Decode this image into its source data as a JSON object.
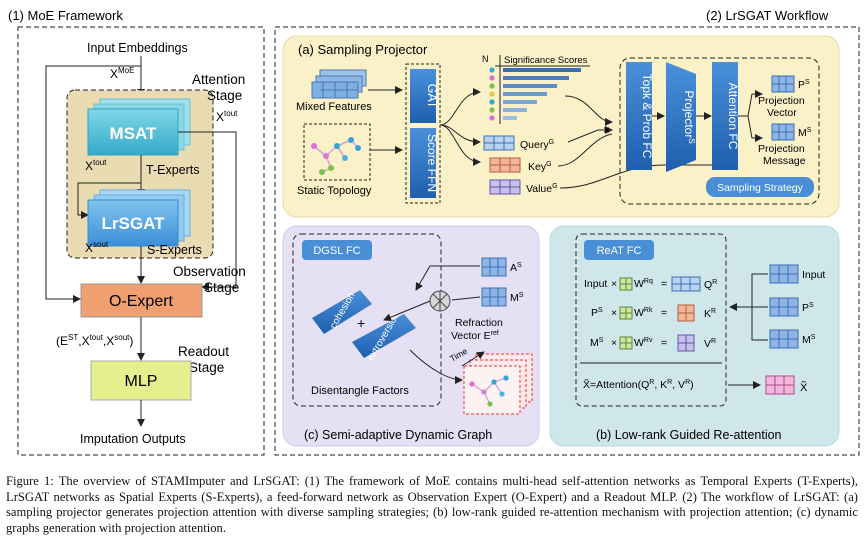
{
  "moe": {
    "title": "(1)  MoE Framework",
    "input_embeddings": "Input Embeddings",
    "x_moe": "X",
    "x_moe_sup": "MoE",
    "attention_stage": [
      "Attention",
      "Stage"
    ],
    "msat": "MSAT",
    "x_tout": "X",
    "x_tout_sup": "tout",
    "t_experts": "T-Experts",
    "lrsgat": "LrSGAT",
    "x_sout": "X",
    "x_sout_sup": "sout",
    "s_experts": "S-Experts",
    "observation_stage": [
      "Observation",
      "Stage"
    ],
    "o_expert": "O-Expert",
    "est_label": "(E",
    "est_sup": "ST",
    "est_rest1": ",X",
    "est_sup2": "tout",
    "est_rest2": ",X",
    "est_sup3": "sout",
    "est_close": ")",
    "readout_stage": [
      "Readout",
      "Stage"
    ],
    "mlp": "MLP",
    "imputation_outputs": "Imputation Outputs"
  },
  "lrsgat": {
    "title": "(2)  LrSGAT Workflow",
    "panel_a": {
      "title": "(a)  Sampling Projector",
      "mixed_features": "Mixed Features",
      "static_topology": "Static Topology",
      "gat": "GAT",
      "score_ffn": "Score FFN",
      "n": "N",
      "significance_scores": "Significance Scores",
      "query": "Query",
      "query_sup": "G",
      "key": "Key",
      "key_sup": "G",
      "value": "Value",
      "value_sup": "G",
      "topk": "Topk & Prob FC",
      "projector": "Projector",
      "projector_sup": "S",
      "attention_fc": "Attention FC",
      "ps": "P",
      "ps_sup": "S",
      "projection_vector": [
        "Projection",
        "Vector"
      ],
      "ms": "M",
      "ms_sup": "S",
      "projection_message": [
        "Projection",
        "Message"
      ],
      "sampling_strategy": "Sampling Strategy"
    },
    "panel_c": {
      "title": "(c)  Semi-adaptive Dynamic Graph",
      "dgsl_fc": "DGSL FC",
      "cohesion": "cohesion",
      "extroversion": "extroversion",
      "plus": "+",
      "as": "A",
      "as_sup": "S",
      "ms": "M",
      "ms_sup": "S",
      "refraction": [
        "Refraction",
        "Vector E"
      ],
      "refraction_sup": "ref",
      "disentangle": "Disentangle Factors",
      "time": "Time"
    },
    "panel_b": {
      "title": "(b)  Low-rank Guided Re-attention",
      "reat_fc": "ReAT FC",
      "rows": [
        {
          "lhs": "Input",
          "lhs_sup": "",
          "w_sup": "Rq",
          "rhs": "Q",
          "rhs_sup": "R"
        },
        {
          "lhs": "P",
          "lhs_sup": "S",
          "w_sup": "Rk",
          "rhs": "K",
          "rhs_sup": "R"
        },
        {
          "lhs": "M",
          "lhs_sup": "S",
          "w_sup": "Rv",
          "rhs": "V",
          "rhs_sup": "R"
        }
      ],
      "times": "×",
      "w": "W",
      "eq": "=",
      "attention_formula": "X̃=Attention(Q",
      "af_sup1": "R",
      "af_mid1": ", K",
      "af_sup2": "R",
      "af_mid2": ", V",
      "af_sup3": "R",
      "af_end": ")",
      "x_tilde": "X̃",
      "right_input": "Input",
      "right_ps": "P",
      "right_ps_sup": "S",
      "right_ms": "M",
      "right_ms_sup": "S"
    }
  },
  "caption": "Figure 1: The overview of STAMImputer and LrSGAT: (1) The framework of MoE contains multi-head self-attention networks as Temporal Experts (T-Experts), LrSGAT networks as Spatial Experts (S-Experts), a feed-forward network as Observation Expert (O-Expert) and a Readout MLP. (2) The workflow of LrSGAT: (a) sampling projector generates projection attention with diverse sampling strategies; (b) low-rank guided re-attention mechanism with projection attention; (c) dynamic graphs generation with projection attention."
}
